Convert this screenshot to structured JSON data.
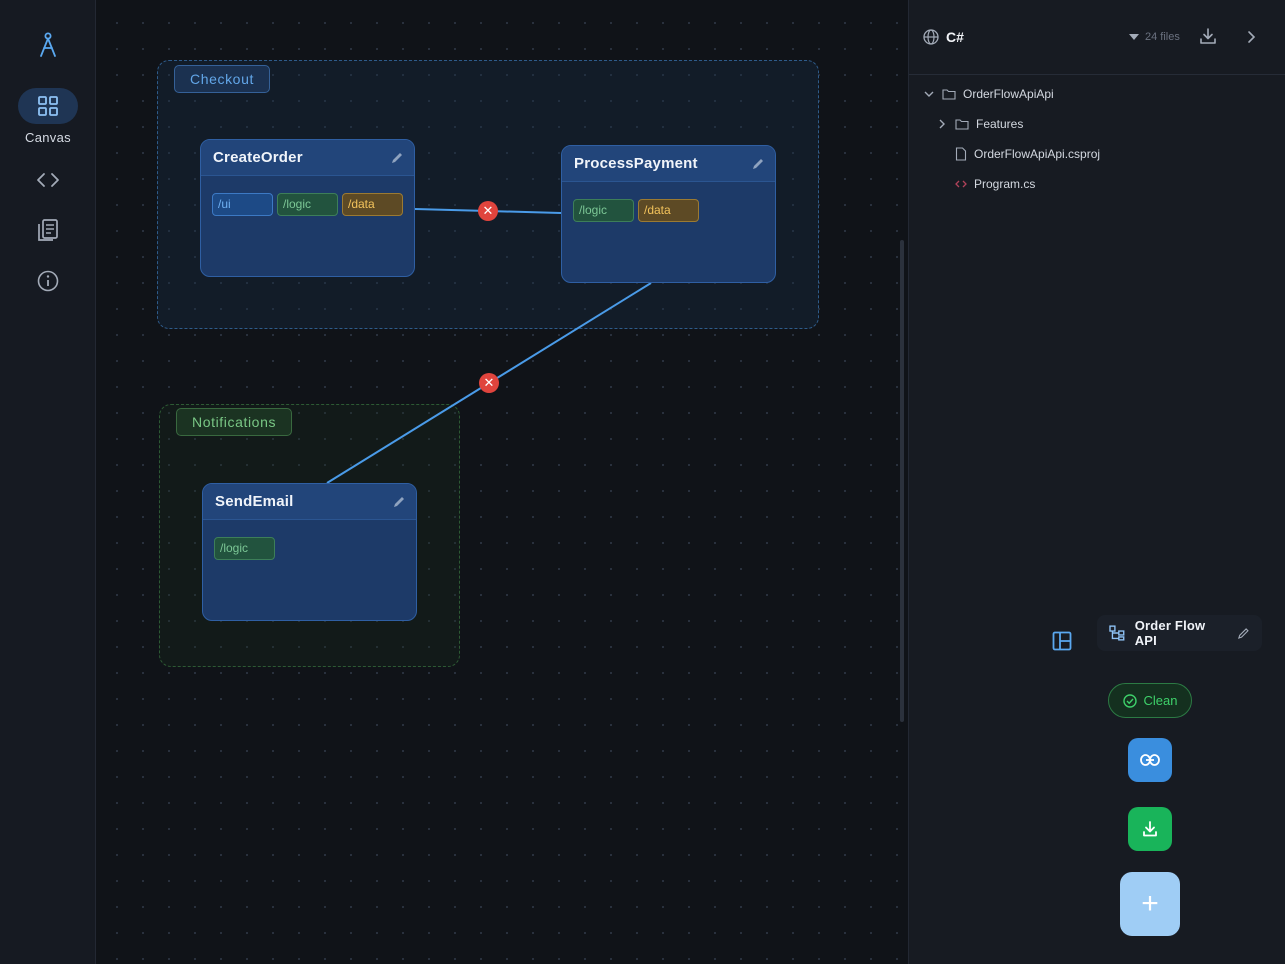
{
  "rail": {
    "items": [
      {
        "icon": "grid-icon",
        "label": "Canvas",
        "active": true
      },
      {
        "icon": "code-icon",
        "label": ""
      },
      {
        "icon": "document-icon",
        "label": ""
      },
      {
        "icon": "info-icon",
        "label": ""
      }
    ]
  },
  "canvas": {
    "groups": [
      {
        "label": "Checkout",
        "color": "#2e5b8a"
      },
      {
        "label": "Notifications",
        "color": "#2d5a34"
      }
    ],
    "nodes": {
      "create_order": {
        "title": "CreateOrder",
        "tags": [
          "/ui",
          "/logic",
          "/data"
        ]
      },
      "process_payment": {
        "title": "ProcessPayment",
        "tags": [
          "/logic",
          "/data"
        ]
      },
      "send_email": {
        "title": "SendEmail",
        "tags": [
          "/logic"
        ]
      }
    },
    "tag_colors": {
      "ui": "#3c79c4",
      "logic": "#3d7e59",
      "data": "#9b7a32"
    },
    "edges": [
      {
        "from": "CreateOrder",
        "to": "ProcessPayment"
      },
      {
        "from": "ProcessPayment",
        "to": "SendEmail"
      }
    ],
    "delete_symbol": "✕"
  },
  "panel": {
    "language": "C#",
    "file_count": "24 files",
    "tree": [
      {
        "name": "OrderFlowApiApi",
        "type": "folder",
        "expanded": true
      },
      {
        "name": "Features",
        "type": "folder",
        "expanded": false
      },
      {
        "name": "OrderFlowApiApi.csproj",
        "type": "file"
      },
      {
        "name": "Program.cs",
        "type": "code-file"
      }
    ]
  },
  "controls": {
    "project_name": "Order Flow API",
    "clean_label": "Clean",
    "add_symbol": "+",
    "accent": "#3a8ede",
    "success": "#19b45a"
  }
}
